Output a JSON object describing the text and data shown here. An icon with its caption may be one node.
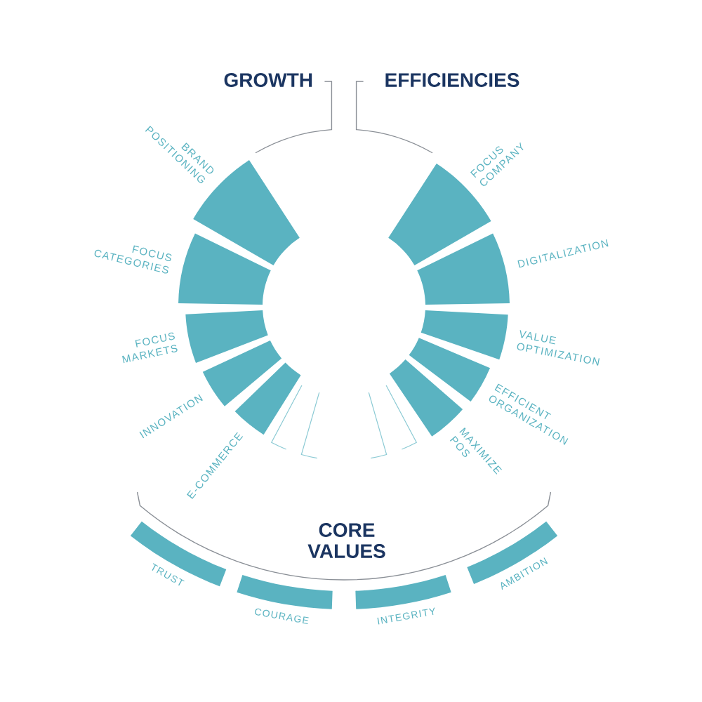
{
  "diagram": {
    "nodes": [
      {
        "text": [
          "BRAND POSITIONING"
        ]
      },
      {
        "text": [
          "FOCUS CATEGORIES"
        ]
      },
      {
        "text": [
          "FOCUS MARKETS"
        ]
      },
      {
        "text": [
          "INNOVATION"
        ]
      },
      {
        "text": [
          "E-COMMERCE"
        ]
      },
      {
        "text": [
          "FOCUS COMPANY"
        ]
      },
      {
        "text": [
          "DIGITALIZATION"
        ]
      },
      {
        "text": [
          "VALUE OPTIMIZATION"
        ]
      },
      {
        "text": [
          "EFFICIENT ORGANIZATION"
        ]
      },
      {
        "text": [
          "MAXIMIZE POS"
        ]
      },
      {
        "text": [
          "TRUST"
        ]
      },
      {
        "text": [
          "COURAGE"
        ]
      },
      {
        "text": [
          "INTEGRITY"
        ]
      },
      {
        "text": [
          "AMBITION"
        ]
      }
    ],
    "labels": [
      "GROWTH",
      "EFFICIENCIES",
      "CORE VALUES"
    ]
  }
}
